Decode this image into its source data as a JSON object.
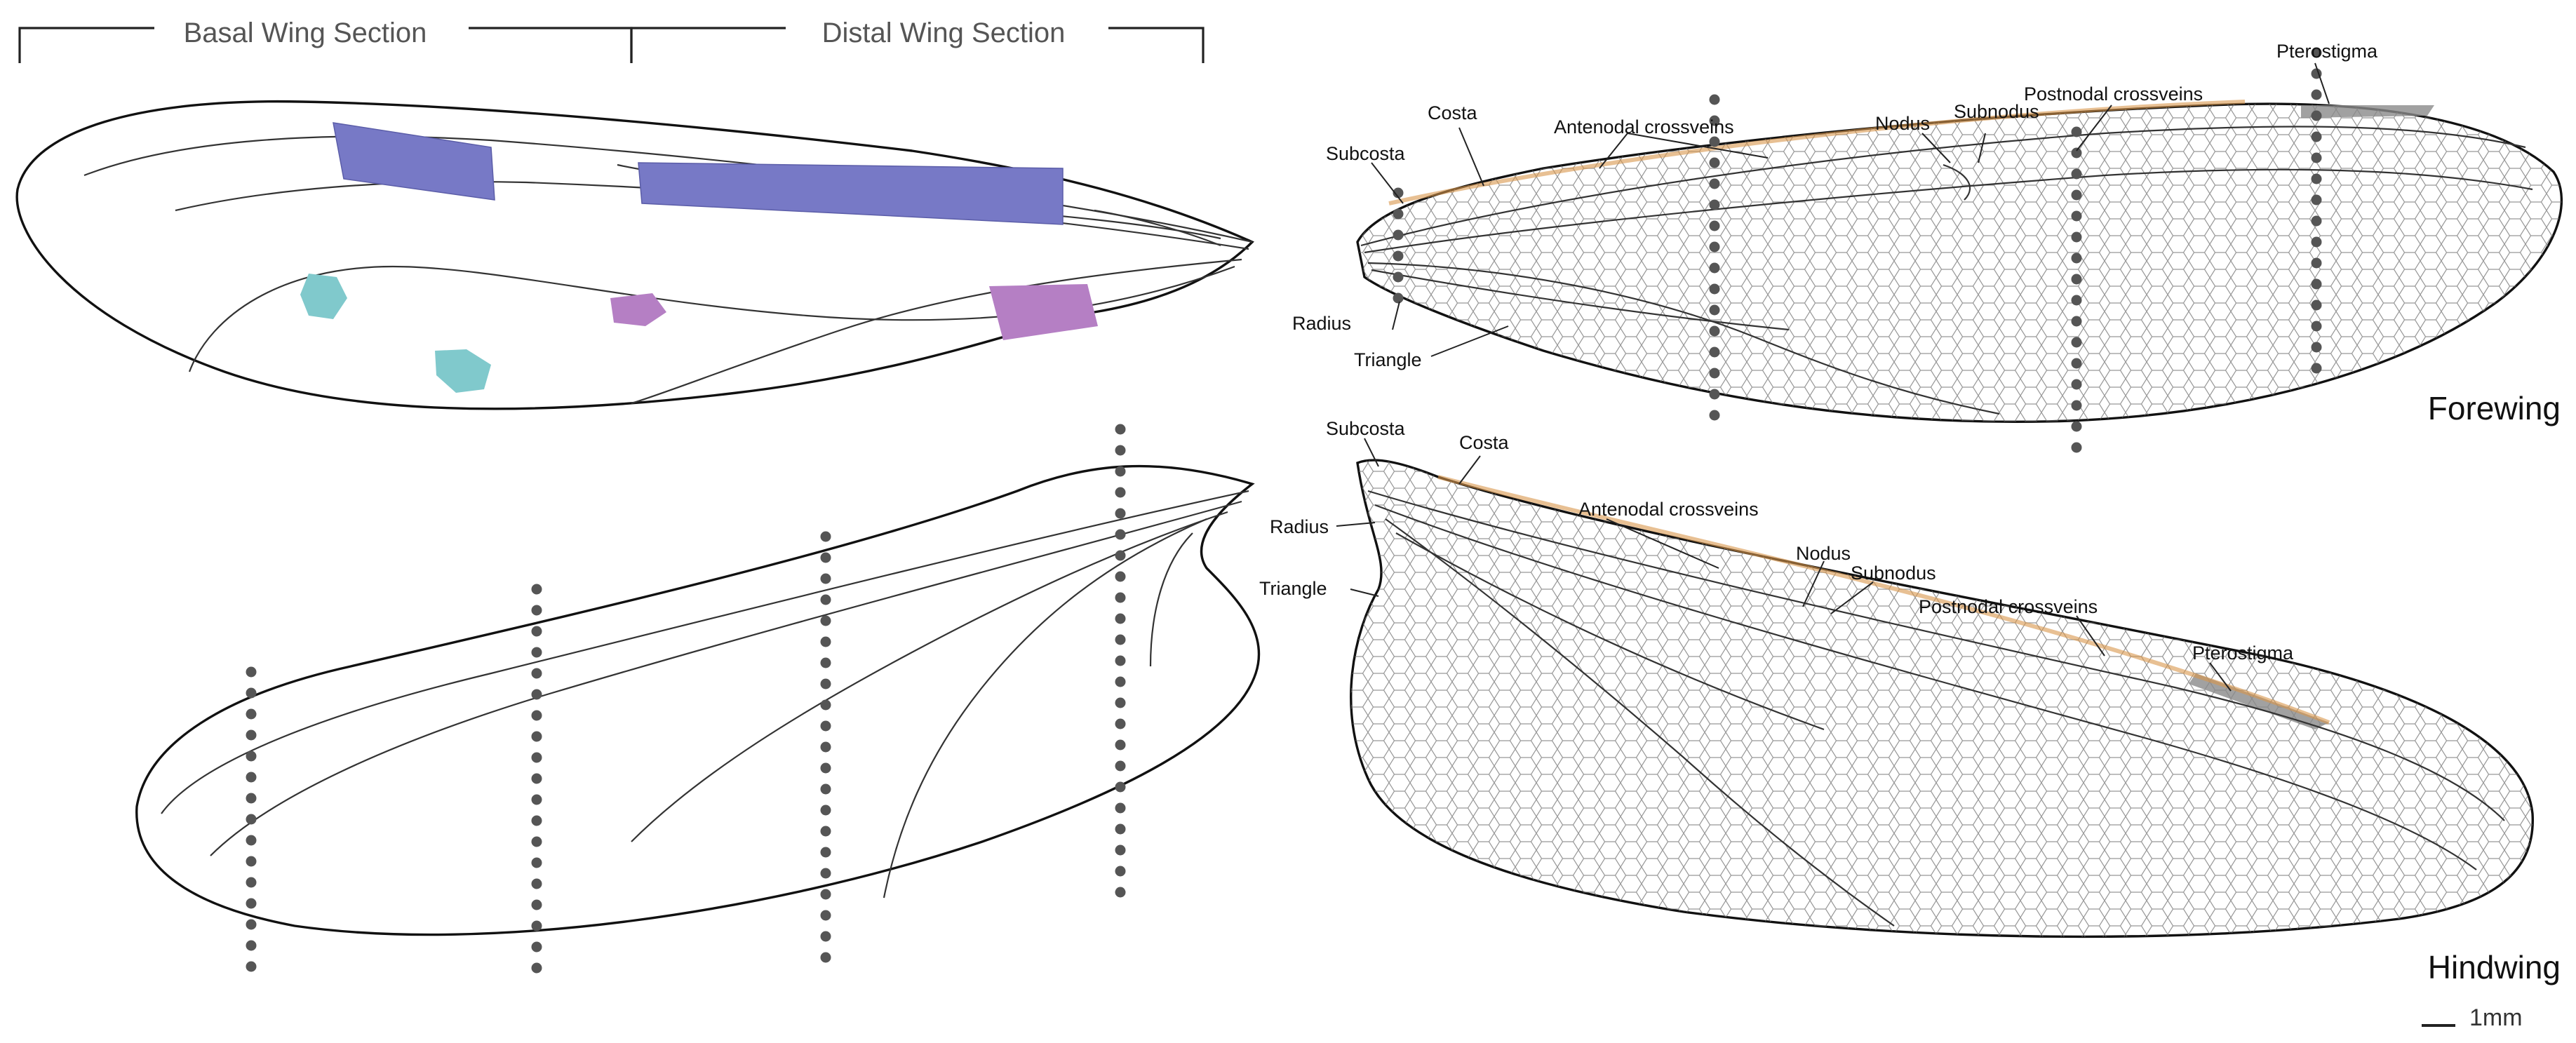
{
  "sections": {
    "basal": "Basal Wing Section",
    "distal": "Distal Wing Section"
  },
  "forewing": {
    "title": "Forewing",
    "labels": {
      "subcosta": "Subcosta",
      "costa": "Costa",
      "antenodal": "Antenodal crossveins",
      "nodus": "Nodus",
      "subnodus": "Subnodus",
      "postnodal": "Postnodal crossveins",
      "pterostigma": "Pterostigma",
      "radius": "Radius",
      "triangle": "Triangle"
    }
  },
  "hindwing": {
    "title": "Hindwing",
    "labels": {
      "subcosta": "Subcosta",
      "costa": "Costa",
      "antenodal": "Antenodal crossveins",
      "radius": "Radius",
      "triangle": "Triangle",
      "nodus": "Nodus",
      "subnodus": "Subnodus",
      "postnodal": "Postnodal crossveins",
      "pterostigma": "Pterostigma"
    }
  },
  "scale": {
    "label": "1mm"
  },
  "colors": {
    "blue_cells": "#7779c6",
    "teal_cells": "#80c9cc",
    "purple_cells": "#b57fc4",
    "dots": "#555555",
    "wing_tint": "#f1e3c4",
    "pterostigma": "#8a8a8a",
    "costa_tint": "#d9964b"
  }
}
